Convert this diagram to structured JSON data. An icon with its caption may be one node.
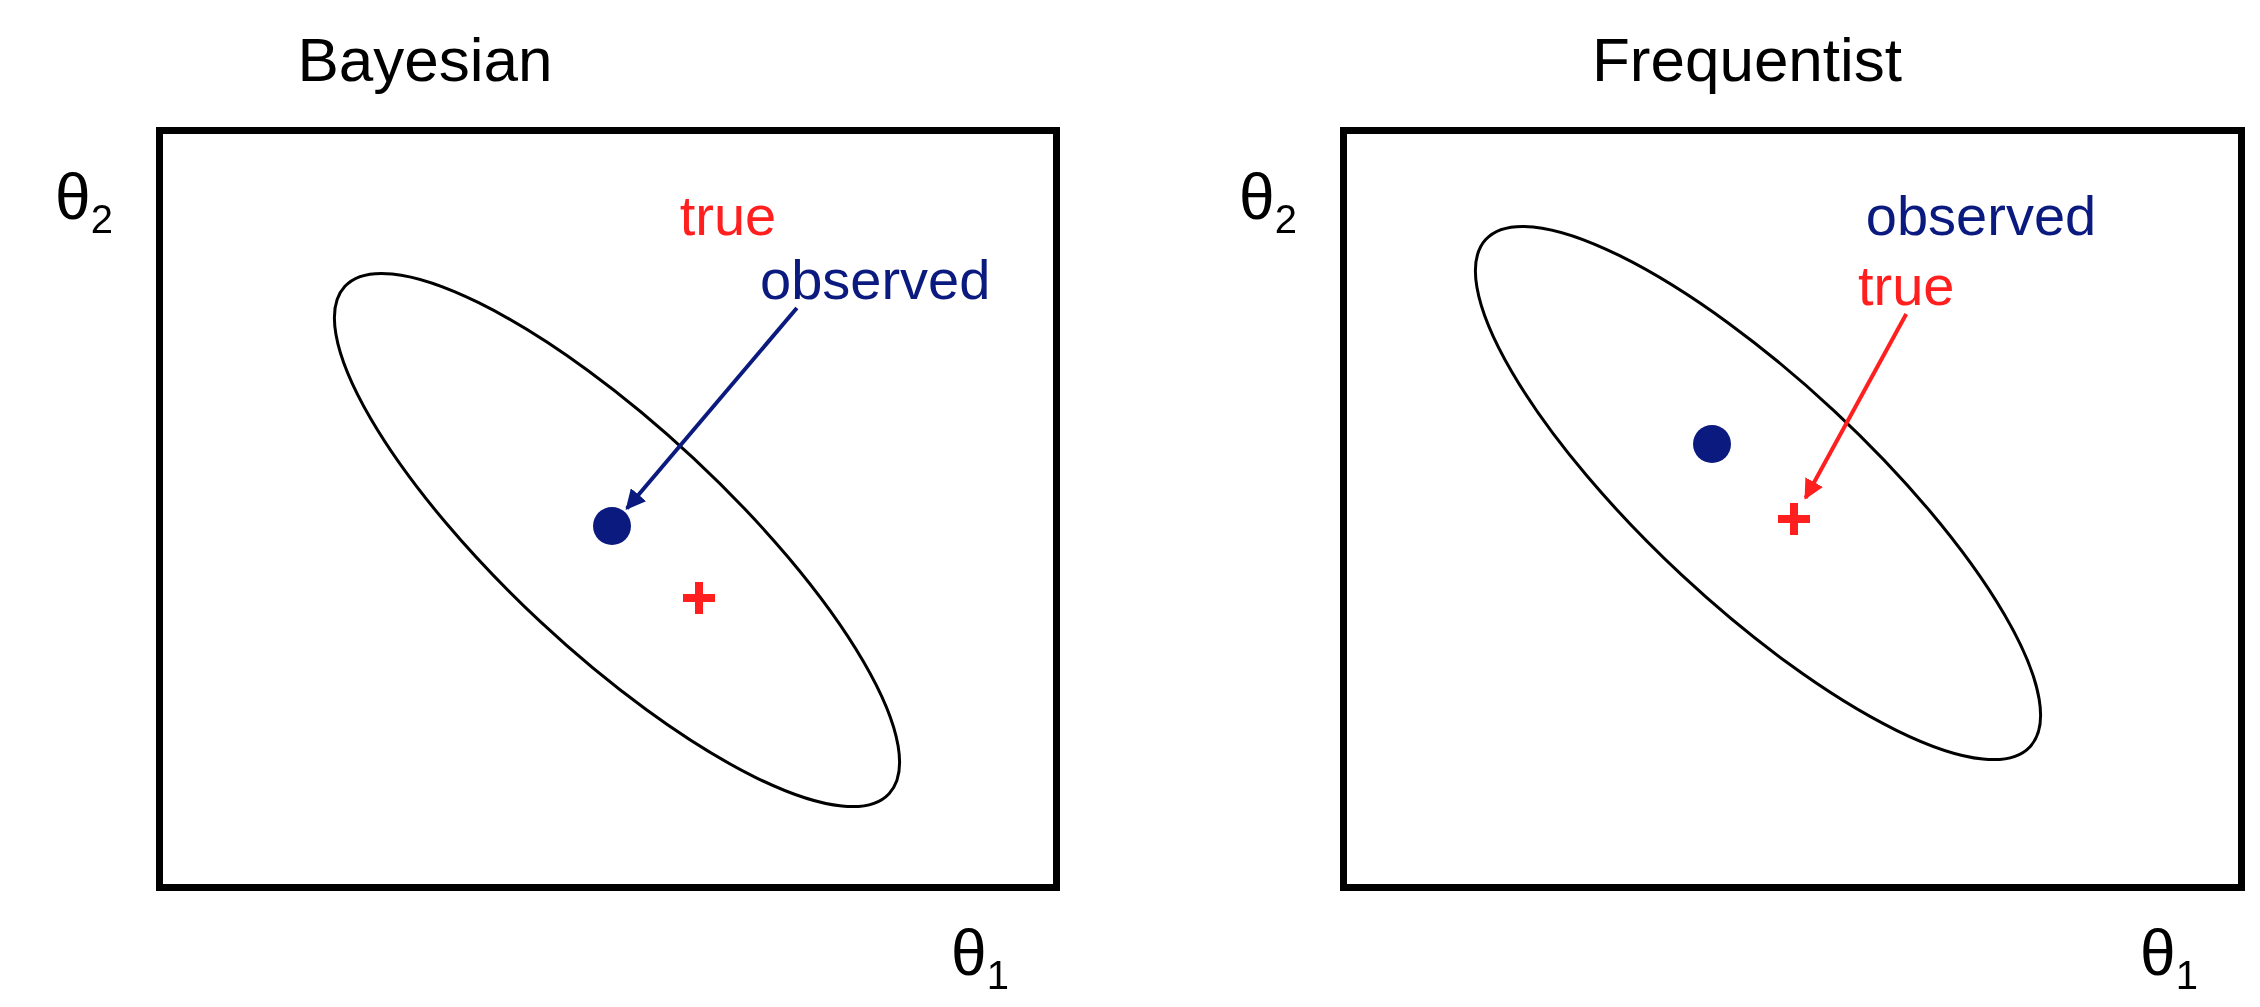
{
  "diagram": {
    "nodes": [
      {
        "text": [
          "Bayesian"
        ]
      },
      {
        "text": [
          "observed"
        ],
        "in": 0
      },
      {
        "text": [],
        "shape": "circle",
        "in": 0
      },
      {
        "text": [
          "Frequentist"
        ]
      },
      {
        "text": [
          "true"
        ],
        "in": 3
      },
      {
        "text": [],
        "shape": "cross",
        "in": 3
      }
    ],
    "edges": [
      {
        "from": 1,
        "to": 2,
        "arrow": "to",
        "color": "#0b1a7e"
      },
      {
        "from": 4,
        "to": 5,
        "arrow": "to",
        "color": "#ff1f1f"
      }
    ],
    "labels": [
      "θ$_{2}$",
      "true",
      "θ$_{2}$",
      "observed",
      "θ$_{1}$",
      "θ$_{1}$"
    ]
  }
}
